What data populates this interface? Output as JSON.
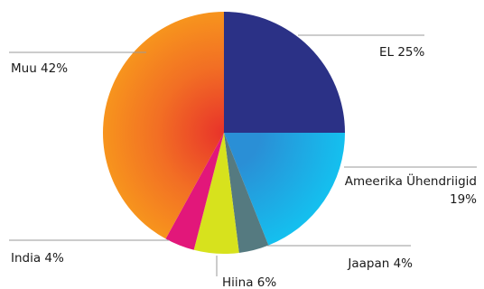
{
  "chart_data": {
    "type": "pie",
    "title": "",
    "slices": [
      {
        "label": "EL",
        "value": 25,
        "text": "EL 25%",
        "color": "#2b3186"
      },
      {
        "label": "Ameerika Ühendriigid",
        "value": 19,
        "text": "Ameerika Ühendriigid",
        "text2": "19%",
        "color": "#1cb6ea"
      },
      {
        "label": "Jaapan",
        "value": 4,
        "text": "Jaapan 4%",
        "color": "#557a80"
      },
      {
        "label": "Hiina",
        "value": 6,
        "text": "Hiina 6%",
        "color": "#d7e21d"
      },
      {
        "label": "India",
        "value": 4,
        "text": "India 4%",
        "color": "#e2177a"
      },
      {
        "label": "Muu",
        "value": 42,
        "text": "Muu 42%",
        "color": "#f59722"
      }
    ],
    "start_angle_deg": 0,
    "direction": "clockwise",
    "legend": "none",
    "gradient": {
      "center": "#e8322a",
      "edge": "#f7941d"
    }
  }
}
